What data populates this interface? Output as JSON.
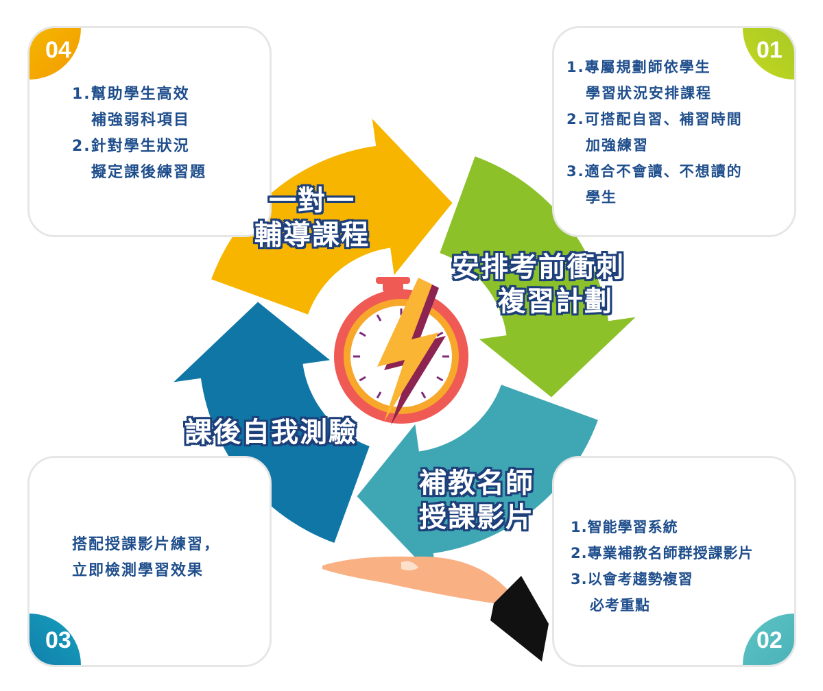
{
  "cards": [
    {
      "num": "04",
      "color": "#f5b800",
      "lines": [
        "1.幫助學生高效",
        "補強弱科項目",
        "2.針對學生狀況",
        "擬定課後練習題"
      ]
    },
    {
      "num": "01",
      "color": "#9cc520",
      "lines": [
        "1.專屬規劃師依學生",
        "學習狀況安排課程",
        "2.可搭配自習、補習時間",
        "加強練習",
        "3.適合不會讀、不想讀的",
        "學生"
      ]
    },
    {
      "num": "03",
      "color": "#1579a8",
      "lines": [
        "搭配授課影片練習，",
        "立即檢測學習效果"
      ]
    },
    {
      "num": "02",
      "color": "#4bb3b8",
      "lines": [
        "1.智能學習系統",
        "2.專業補教名師群授課影片",
        "3.以會考趨勢複習",
        "必考重點"
      ]
    }
  ],
  "cycle": {
    "one_on_one": [
      "一對一",
      "輔導課程"
    ],
    "exam_sprint": [
      "安排考前衝刺",
      "複習計劃"
    ],
    "teacher_videos": [
      "補教名師",
      "授課影片"
    ],
    "self_test": "課後自我測驗"
  },
  "colors": {
    "yellow": "#f7b500",
    "green": "#8cc12a",
    "teal": "#3fa7b4",
    "blue": "#0f76a6",
    "text": "#1f4e8c"
  }
}
